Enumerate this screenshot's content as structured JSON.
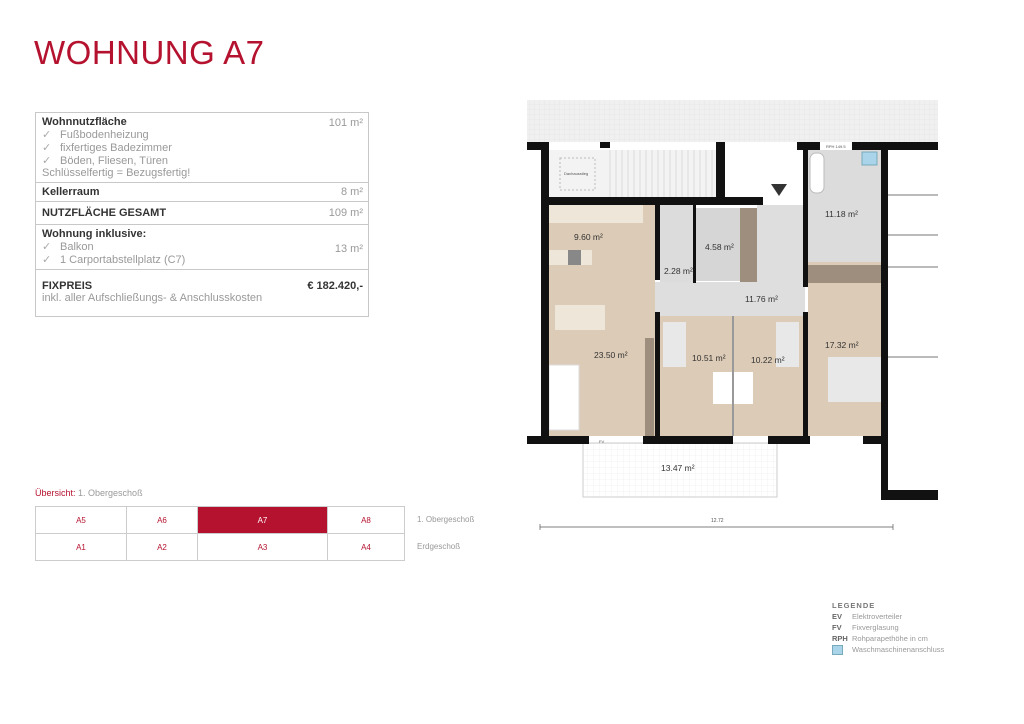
{
  "title": "WOHNUNG A7",
  "spec": {
    "wohnnutzflaeche": {
      "label": "Wohnnutzfläche",
      "value": "101 m²",
      "features": [
        "Fußbodenheizung",
        "fixfertiges Badezimmer",
        "Böden, Fliesen, Türen"
      ],
      "note": "Schlüsselfertig = Bezugsfertig!"
    },
    "kellerraum": {
      "label": "Kellerraum",
      "value": "8 m²"
    },
    "gesamt": {
      "label": "NUTZFLÄCHE GESAMT",
      "value": "109 m²"
    },
    "inklusive": {
      "label": "Wohnung inklusive:",
      "items": [
        "Balkon",
        "1 Carportabstellplatz (C7)"
      ],
      "value": "13 m²"
    },
    "preis": {
      "label": "FIXPREIS",
      "value": "€ 182.420,-",
      "note": "inkl. aller Aufschließungs- & Anschlusskosten"
    },
    "check_icon": "✓"
  },
  "overview": {
    "label": "Übersicht:",
    "floor": "1. Obergeschoß",
    "upper": {
      "level": "1. Obergeschoß",
      "units": [
        "A5",
        "A6",
        "A7",
        "A8"
      ],
      "selected": "A7"
    },
    "ground": {
      "level": "Erdgeschoß",
      "units": [
        "A1",
        "A2",
        "A3",
        "A4"
      ]
    },
    "accent_color": "#b5122f"
  },
  "plan": {
    "rooms": {
      "kitchen": "9.60 m²",
      "storage": "4.58 m²",
      "wc": "2.28 m²",
      "hall": "11.76 m²",
      "bath": "11.18 m²",
      "living": "23.50 m²",
      "room1": "10.51 m²",
      "room2": "10.22 m²",
      "bedroom": "17.32 m²",
      "balcony": "13.47 m²"
    },
    "labels": {
      "roof_hatch": "Dachausstieg",
      "fv": "FV",
      "rph_top": "RPH 149.5",
      "dimension": "12.72"
    }
  },
  "legend": {
    "title": "LEGENDE",
    "items": [
      {
        "key": "EV",
        "text": "Elektroverteiler"
      },
      {
        "key": "FV",
        "text": "Fixverglasung"
      },
      {
        "key": "RPH",
        "text": "Rohparapethöhe in cm"
      },
      {
        "key": "washer-icon",
        "text": "Waschmaschinenanschluss"
      }
    ]
  }
}
